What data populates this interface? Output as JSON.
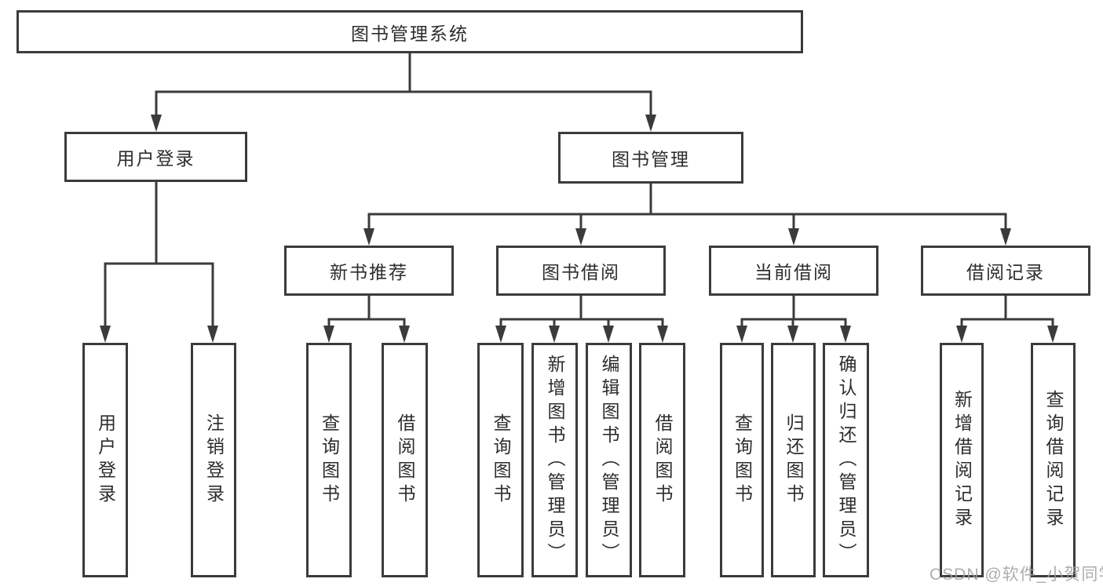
{
  "colors": {
    "line": "#3b3b3b",
    "box_border": "#3b3b3b",
    "box_fill": "#ffffff",
    "text": "#2d2d2d",
    "watermark": "#9f9f9f",
    "background": "#ffffff"
  },
  "tree": {
    "label": "图书管理系统",
    "children": [
      {
        "label": "用户登录",
        "children": [
          {
            "label": "用户登录"
          },
          {
            "label": "注销登录"
          }
        ]
      },
      {
        "label": "图书管理",
        "children": [
          {
            "label": "新书推荐",
            "children": [
              {
                "label": "查询图书"
              },
              {
                "label": "借阅图书"
              }
            ]
          },
          {
            "label": "图书借阅",
            "children": [
              {
                "label": "查询图书"
              },
              {
                "label": "新增图书（管理员）"
              },
              {
                "label": "编辑图书（管理员）"
              },
              {
                "label": "借阅图书"
              }
            ]
          },
          {
            "label": "当前借阅",
            "children": [
              {
                "label": "查询图书"
              },
              {
                "label": "归还图书"
              },
              {
                "label": "确认归还（管理员）"
              }
            ]
          },
          {
            "label": "借阅记录",
            "children": [
              {
                "label": "新增借阅记录"
              },
              {
                "label": "查询借阅记录"
              }
            ]
          }
        ]
      }
    ]
  },
  "watermark": {
    "text": "CSDN @软件_小贺同学"
  }
}
